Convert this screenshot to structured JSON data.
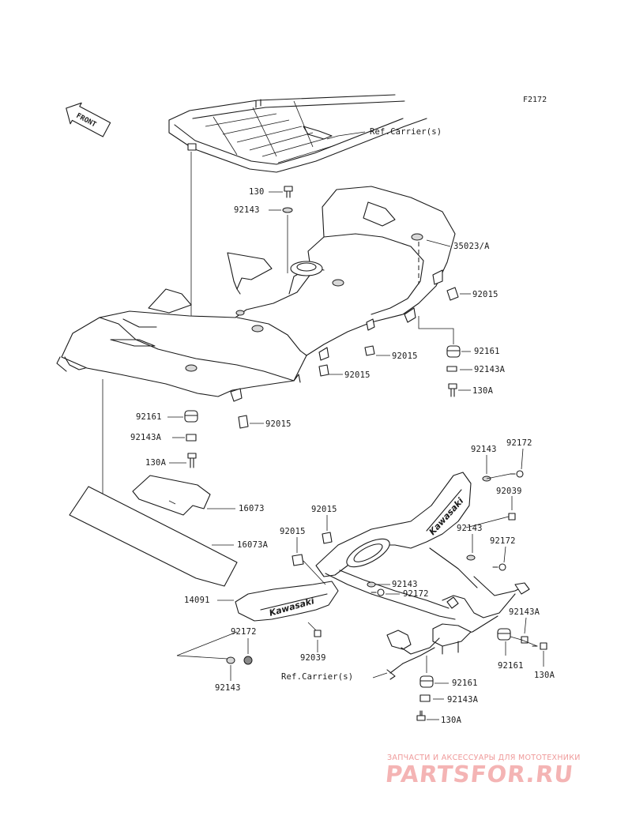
{
  "figure_code": "F2172",
  "front_label": "FRONT",
  "ref_top": "Ref.Carrier(s)",
  "ref_bottom": "Ref.Carrier(s)",
  "brand_left": "Kawasaki",
  "brand_right": "Kawasaki",
  "parts": [
    {
      "id": "p130_top",
      "number": "130"
    },
    {
      "id": "p92143_top",
      "number": "92143"
    },
    {
      "id": "p35023",
      "number": "35023/A"
    },
    {
      "id": "p92015_r",
      "number": "92015"
    },
    {
      "id": "p92161_r",
      "number": "92161"
    },
    {
      "id": "p92015_c",
      "number": "92015"
    },
    {
      "id": "p92143A_r",
      "number": "92143A"
    },
    {
      "id": "p92015_lc",
      "number": "92015"
    },
    {
      "id": "p130A_r",
      "number": "130A"
    },
    {
      "id": "p92015_l",
      "number": "92015"
    },
    {
      "id": "p92161_l",
      "number": "92161"
    },
    {
      "id": "p92143A_l",
      "number": "92143A"
    },
    {
      "id": "p130A_l",
      "number": "130A"
    },
    {
      "id": "p16073",
      "number": "16073"
    },
    {
      "id": "p16073A",
      "number": "16073A"
    },
    {
      "id": "p92143_ur",
      "number": "92143"
    },
    {
      "id": "p92172_ur",
      "number": "92172"
    },
    {
      "id": "p92039_r",
      "number": "92039"
    },
    {
      "id": "p92015_m",
      "number": "92015"
    },
    {
      "id": "p92143_mr",
      "number": "92143"
    },
    {
      "id": "p92172_mr",
      "number": "92172"
    },
    {
      "id": "p92015_m2",
      "number": "92015"
    },
    {
      "id": "p92143_c",
      "number": "92143"
    },
    {
      "id": "p92172_c",
      "number": "92172"
    },
    {
      "id": "p14091",
      "number": "14091"
    },
    {
      "id": "p92143A_lr",
      "number": "92143A"
    },
    {
      "id": "p92172_l",
      "number": "92172"
    },
    {
      "id": "p92039_l",
      "number": "92039"
    },
    {
      "id": "p92161_lr",
      "number": "92161"
    },
    {
      "id": "p130A_lr",
      "number": "130A"
    },
    {
      "id": "p92161_b",
      "number": "92161"
    },
    {
      "id": "p92143_bl",
      "number": "92143"
    },
    {
      "id": "p92143A_b",
      "number": "92143A"
    },
    {
      "id": "p130A_b",
      "number": "130A"
    }
  ],
  "watermark": {
    "tagline": "ЗАПЧАСТИ И АКСЕССУАРЫ ДЛЯ МОТОТЕХНИКИ",
    "logo": "PARTSFOR.RU"
  },
  "colors": {
    "line": "#1a1a1a",
    "watermark": "#f4b4b4"
  }
}
